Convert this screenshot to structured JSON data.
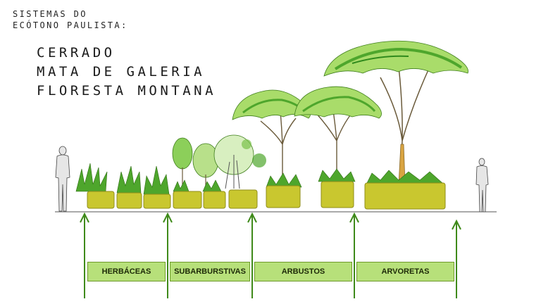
{
  "heading": {
    "line1": "SISTEMAS DO",
    "line2": "ECÓTONO PAULISTA:"
  },
  "systems": [
    "CERRADO",
    "MATA DE GALERIA",
    "FLORESTA MONTANA"
  ],
  "categories": [
    "HERBÁCEAS",
    "SUBARBURSTIVAS",
    "ARBUSTOS",
    "ARVORETAS"
  ],
  "colors": {
    "planter": "#c9c72f",
    "planter_dark": "#8f8d1a",
    "foliage": "#4ea62c",
    "foliage_light": "#a9dc6a",
    "arrow": "#3f8a1a",
    "band": "#b7e07a"
  }
}
